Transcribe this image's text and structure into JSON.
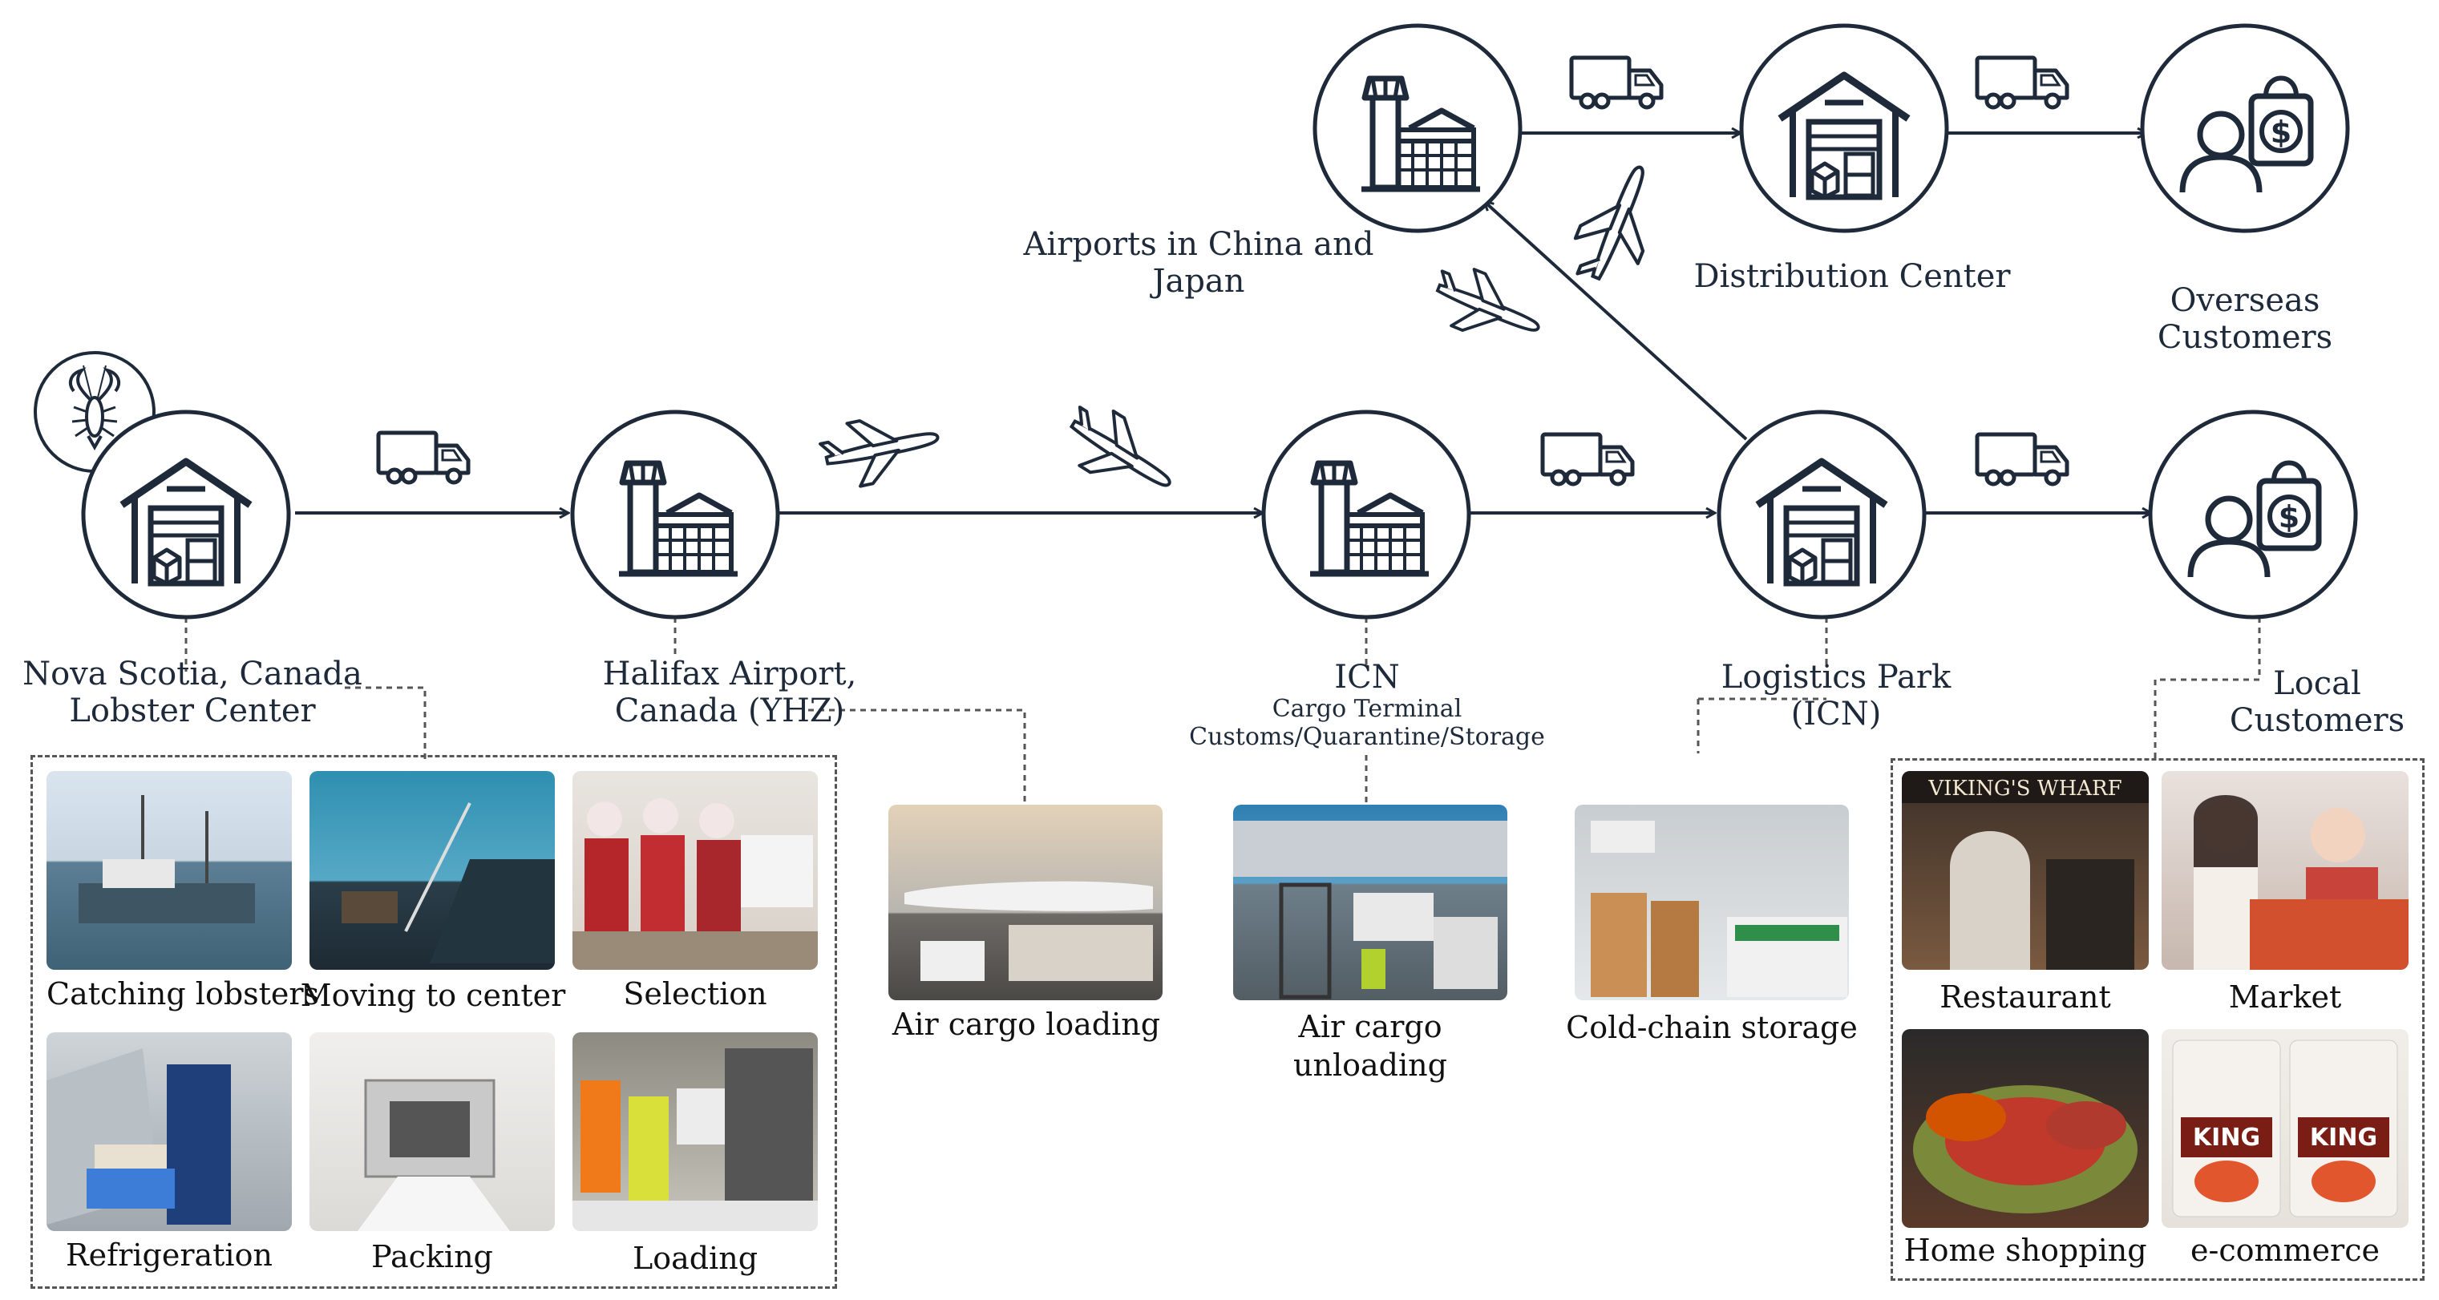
{
  "nodes": {
    "lobster_center": {
      "line1": "Nova Scotia, Canada",
      "line2": "Lobster Center"
    },
    "halifax": {
      "line1": "Halifax Airport,",
      "line2": "Canada (YHZ)"
    },
    "icn": {
      "line1": "ICN",
      "sub1": "Cargo Terminal",
      "sub2": "Customs/Quarantine/Storage"
    },
    "logistics_park": {
      "line1": "Logistics Park",
      "line2": "(ICN)"
    },
    "local_customers": {
      "line1": "Local",
      "line2": "Customers"
    },
    "airports_cj": {
      "line1": "Airports in China and",
      "line2": "Japan"
    },
    "distribution": {
      "line1": "Distribution Center"
    },
    "overseas": {
      "line1": "Overseas",
      "line2": "Customers"
    }
  },
  "photos": {
    "catching": "Catching lobsters",
    "moving": "Moving to center",
    "selection": "Selection",
    "refrigeration": "Refrigeration",
    "packing": "Packing",
    "loading": "Loading",
    "air_loading": "Air cargo loading",
    "air_unloading_1": "Air cargo",
    "air_unloading_2": "unloading",
    "cold_chain": "Cold-chain storage",
    "restaurant": "Restaurant",
    "market": "Market",
    "home_shopping": "Home shopping",
    "ecommerce": "e-commerce"
  },
  "photo_signs": {
    "restaurant_sign": "VIKING'S WHARF",
    "brand_left": "KING",
    "brand_right": "KING"
  },
  "colors": {
    "line": "#1e2a3a",
    "dash": "#555555"
  },
  "icons": [
    "lobster-icon",
    "warehouse-icon",
    "airport-tower-icon",
    "truck-icon",
    "airplane-icon",
    "customer-shopping-bag-icon"
  ]
}
